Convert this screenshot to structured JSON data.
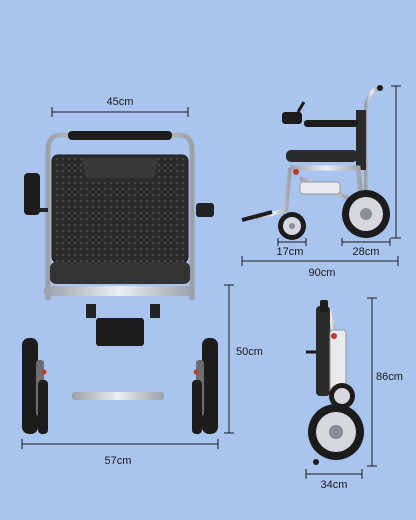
{
  "dimensions": {
    "seat_width": "45cm",
    "overall_width": "57cm",
    "seat_height": "50cm",
    "overall_length": "90cm",
    "front_wheel": "17cm",
    "rear_wheel": "28cm",
    "folded_height": "86cm",
    "folded_depth": "34cm"
  },
  "colors": {
    "background": "#a9c4ee",
    "frame": "#c9ccd1",
    "seat": "#2b2b2b",
    "tire": "#1c1c1c",
    "accent": "#c0392b"
  }
}
